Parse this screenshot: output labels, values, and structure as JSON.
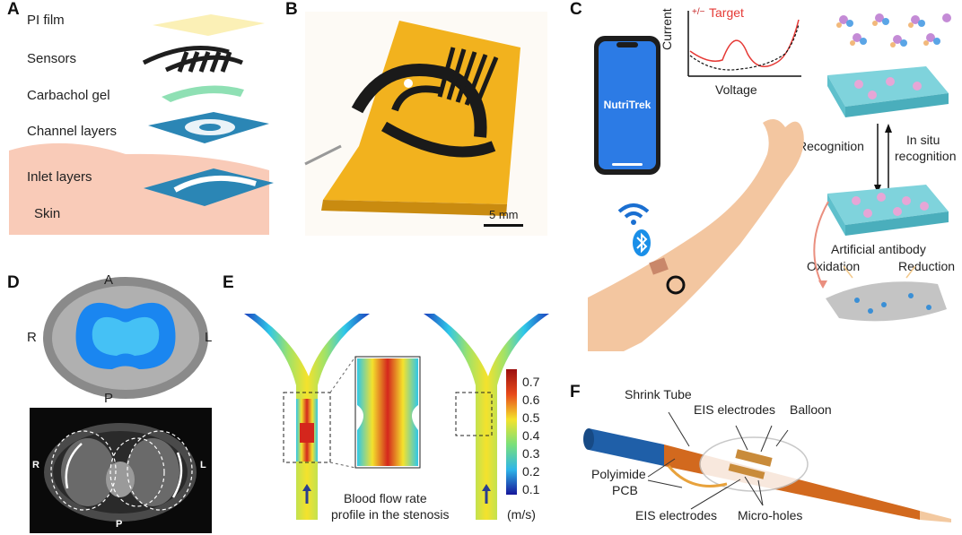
{
  "panels": {
    "a": "A",
    "b": "B",
    "c": "C",
    "d": "D",
    "e": "E",
    "f": "F"
  },
  "panel_a": {
    "layers": [
      "PI film",
      "Sensors",
      "Carbachol gel",
      "Channel layers",
      "Inlet layers",
      "Skin"
    ]
  },
  "panel_b": {
    "scale_bar": "5 mm"
  },
  "panel_c": {
    "app_name": "NutriTrek",
    "plot_legend": "Target",
    "plot_legend_sign": "+/−",
    "ylabel": "Current",
    "xlabel": "Voltage",
    "recognition": "Recognition",
    "in_situ": "In situ",
    "in_situ2": "recognition",
    "artificial_antibody": "Artificial antibody",
    "oxidation": "Oxidation",
    "reduction": "Reduction"
  },
  "panel_d": {
    "orient_a": "A",
    "orient_r": "R",
    "orient_l": "L",
    "orient_p": "P",
    "ct_r": "R",
    "ct_l": "L",
    "ct_p": "P"
  },
  "panel_e": {
    "caption1": "Blood flow rate",
    "caption2": "profile in the stenosis",
    "colorbar_ticks": [
      "0.7",
      "0.6",
      "0.5",
      "0.4",
      "0.3",
      "0.2",
      "0.1"
    ],
    "unit": "(m/s)"
  },
  "panel_f": {
    "shrink_tube": "Shrink Tube",
    "eis_top": "EIS electrodes",
    "balloon": "Balloon",
    "polyimide": "Polyimide",
    "pcb": "PCB",
    "eis_bottom": "EIS electrodes",
    "micro_holes": "Micro-holes"
  },
  "colors": {
    "skin": "#f9cbb8",
    "pi_film": "#fbf0b6",
    "channel": "#2b86b5",
    "gel": "#8fe0b4",
    "chip": "#f2b21e",
    "phone": "#2c7be5",
    "cyan_block": "#7fd3dc"
  }
}
